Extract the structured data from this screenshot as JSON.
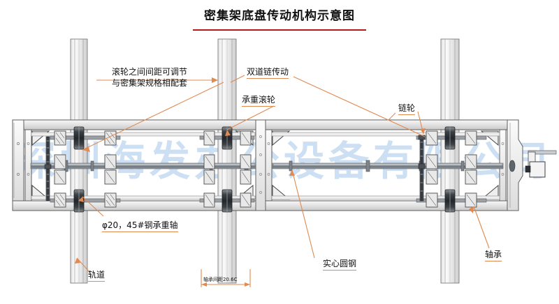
{
  "title": {
    "text": "密集架底盘传动机构示意图",
    "rule_color": "#b11b1b"
  },
  "watermark": {
    "text": "深圳海发办公设备有限公司",
    "color": "#bcd5ef"
  },
  "annotations": [
    {
      "id": "roller-spacing",
      "line1": "滚轮之间间距可调节",
      "line2": "与密集架规格相配套"
    },
    {
      "id": "dual-chain-drive",
      "text": "双道链传动"
    },
    {
      "id": "load-bearing-roller",
      "text": "承重滚轮"
    },
    {
      "id": "sprocket",
      "text": "链轮"
    },
    {
      "id": "load-shaft",
      "text": "φ20，45#钢承重轴"
    },
    {
      "id": "rail",
      "text": "轨道"
    },
    {
      "id": "bearing-spacing",
      "text": "轴承间距20.6C"
    },
    {
      "id": "solid-round-steel",
      "text": "实心圆钢"
    },
    {
      "id": "bearing",
      "text": "轴承"
    }
  ],
  "drawing": {
    "type": "mechanical-assembly-plan-view",
    "subject": "密集架底盘传动机构",
    "frame_color": "#6a6a6a",
    "fill_color": "#f2f2f2",
    "accent_color": "#e08a50",
    "shaft_color": "#8a8f94",
    "rail_count": 3,
    "roller_station_count": 3,
    "handwheel_side": "right"
  }
}
